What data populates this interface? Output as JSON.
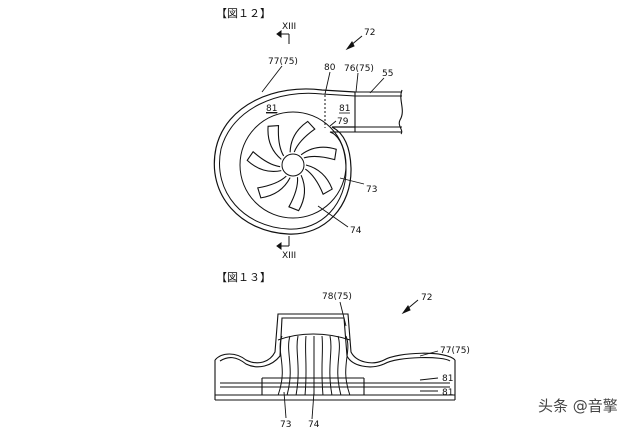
{
  "fig12": {
    "title": "【図１２】",
    "section_mark": "XIII",
    "labels": {
      "assembly": "72",
      "volute_outer": "77(75)",
      "tongue": "80",
      "outlet_pipe": "76(75)",
      "duct": "55",
      "space_left": "81",
      "space_right": "81",
      "wall": "79",
      "impeller": "73",
      "blade": "74"
    }
  },
  "fig13": {
    "title": "【図１３】",
    "labels": {
      "assembly": "72",
      "top_pipe": "78(75)",
      "housing": "77(75)",
      "space_upper": "81",
      "space_lower": "81",
      "impeller": "73",
      "blade": "74"
    }
  },
  "watermark": "头条 @音擎"
}
